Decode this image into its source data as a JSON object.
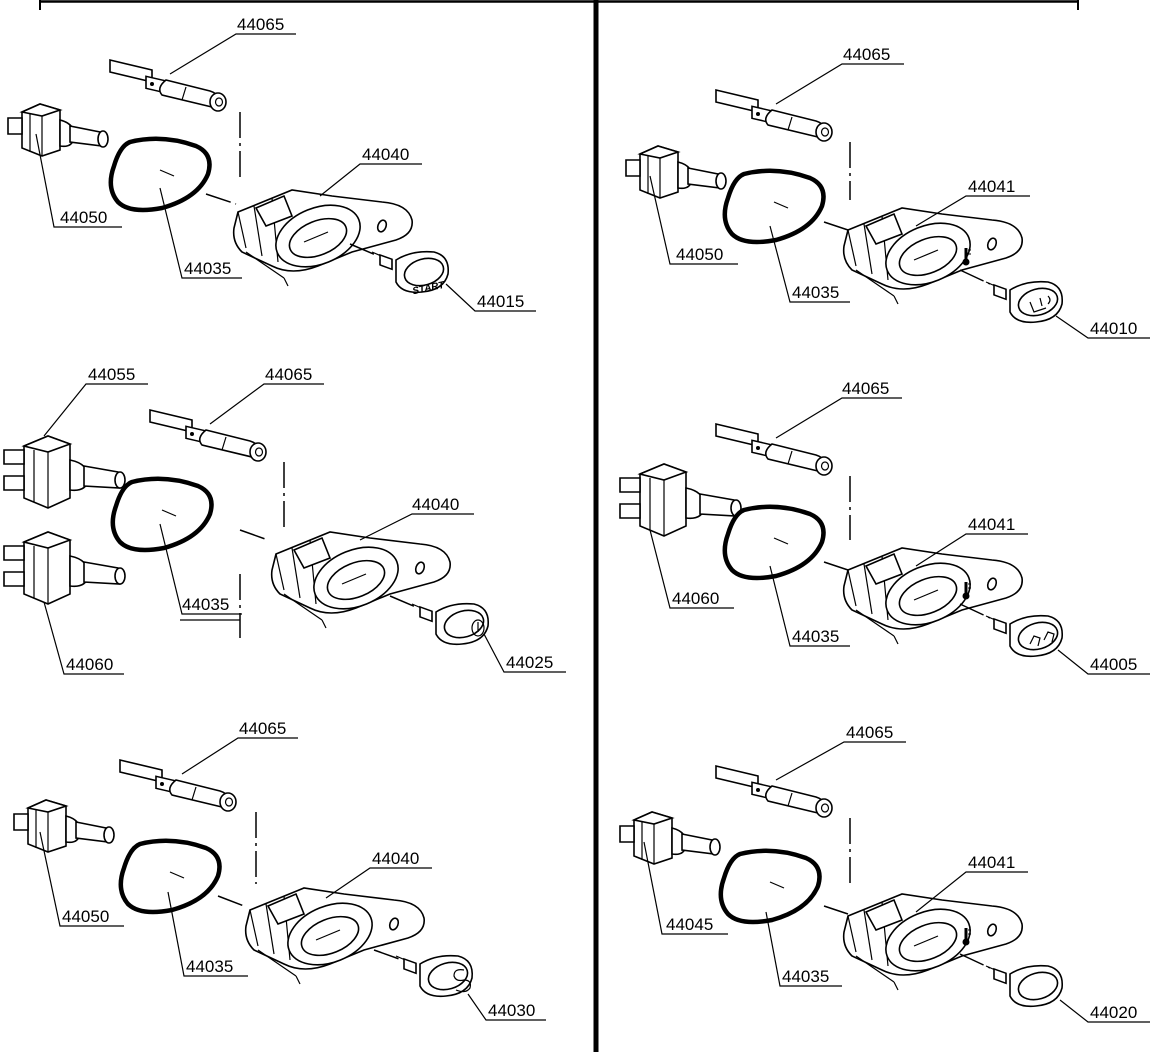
{
  "panels": [
    {
      "id": "left-1",
      "labels": {
        "wire": "44065",
        "body": "44040",
        "switch": "44050",
        "ring": "44035",
        "button": "44015"
      },
      "button_text": "START",
      "body_icon": "none",
      "switch_variant": "single"
    },
    {
      "id": "right-1",
      "labels": {
        "wire": "44065",
        "body": "44041",
        "switch": "44050",
        "ring": "44035",
        "button": "44010"
      },
      "button_text": "",
      "body_icon": "thermometer-icon",
      "button_icon": "seat-heater-icon",
      "switch_variant": "single"
    },
    {
      "id": "left-2",
      "labels": {
        "wire": "44065",
        "body": "44040",
        "switch": "44055",
        "switch2": "44060",
        "ring": "44035",
        "button": "44025"
      },
      "button_text": "",
      "body_icon": "none",
      "button_icon": "power-icon",
      "switch_variant": "double"
    },
    {
      "id": "right-2",
      "labels": {
        "wire": "44065",
        "body": "44041",
        "switch": "44060",
        "ring": "44035",
        "button": "44005"
      },
      "button_text": "",
      "body_icon": "thermometer-icon",
      "button_icon": "mode-icon",
      "switch_variant": "double-tab"
    },
    {
      "id": "left-3",
      "labels": {
        "wire": "44065",
        "body": "44040",
        "switch": "44050",
        "ring": "44035",
        "button": "44030"
      },
      "button_text": "",
      "body_icon": "none",
      "button_icon": "s-logo-icon",
      "switch_variant": "single"
    },
    {
      "id": "right-3",
      "labels": {
        "wire": "44065",
        "body": "44041",
        "switch": "44045",
        "ring": "44035",
        "button": "44020"
      },
      "button_text": "",
      "body_icon": "thermometer-icon",
      "button_icon": "blank",
      "switch_variant": "single-plain"
    }
  ]
}
